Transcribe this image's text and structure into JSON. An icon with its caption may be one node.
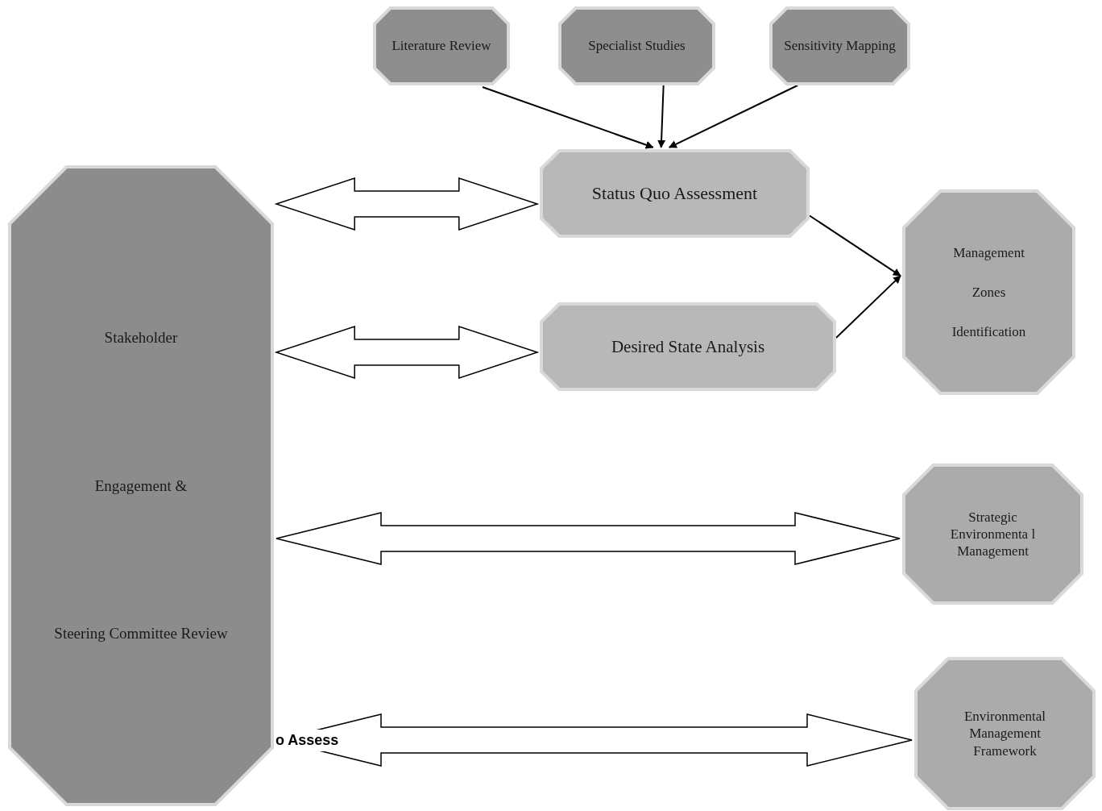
{
  "diagram": {
    "nodes": [
      {
        "text": [
          "Literature Review"
        ]
      },
      {
        "text": [
          "Specialist Studies"
        ]
      },
      {
        "text": [
          "Sensitivity Mapping"
        ]
      },
      {
        "text": [
          "Stakeholder",
          "Engagement &",
          "Steering Committee Review"
        ]
      },
      {
        "text": [
          "Status Quo Assessment"
        ]
      },
      {
        "text": [
          "Desired State Analysis"
        ]
      },
      {
        "text": [
          "Management",
          "Zones",
          "Identification"
        ]
      },
      {
        "text": [
          "Strategic Environmenta l Management"
        ]
      },
      {
        "text": [
          "Environmental Management Framework"
        ]
      }
    ],
    "edges": [
      {
        "from": 0,
        "to": 4,
        "arrow": "to"
      },
      {
        "from": 1,
        "to": 4,
        "arrow": "to"
      },
      {
        "from": 2,
        "to": 4,
        "arrow": "to"
      },
      {
        "from": 4,
        "to": 6,
        "arrow": "to"
      },
      {
        "from": 5,
        "to": 6,
        "arrow": "to"
      },
      {
        "from": 3,
        "to": 4,
        "arrow": "both",
        "style": "thick"
      },
      {
        "from": 3,
        "to": 5,
        "arrow": "both",
        "style": "thick"
      },
      {
        "from": 3,
        "to": 7,
        "arrow": "both",
        "style": "thick"
      },
      {
        "from": 3,
        "to": 8,
        "arrow": "both",
        "style": "thick"
      }
    ],
    "labels": [
      "o Assess"
    ]
  }
}
